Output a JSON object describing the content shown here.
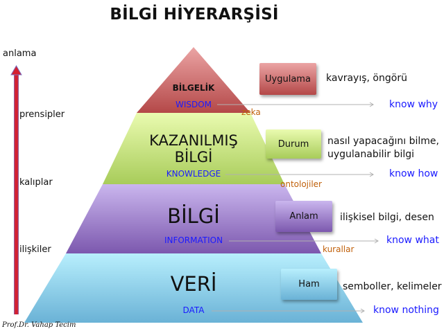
{
  "title": "BİLGİ HİYERARŞİSİ",
  "axis": {
    "top_label": "anlama",
    "labels": [
      "prensipler",
      "kalıplar",
      "ilişkiler"
    ],
    "arrow_color": "#d42030"
  },
  "layers": [
    {
      "title": "BİLGELİK",
      "subtitle": "WISDOM",
      "keyword": "zeka",
      "box": "Uygulama",
      "description": "kavrayış, öngörü",
      "know": "know why",
      "color_top": "#e89a9a",
      "color_bottom": "#b84a4a"
    },
    {
      "title_line1": "KAZANILMIŞ",
      "title_line2": "BİLGİ",
      "subtitle": "KNOWLEDGE",
      "keyword": "ontolojiler",
      "box": "Durum",
      "description_line1": "nasıl yapacağını bilme,",
      "description_line2": "uygulanabilir bilgi",
      "know": "know how",
      "color_top": "#e6f7a8",
      "color_bottom": "#a8cc58"
    },
    {
      "title": "BİLGİ",
      "subtitle": "INFORMATION",
      "keyword": "kurallar",
      "box": "Anlam",
      "description": "ilişkisel bilgi, desen",
      "know": "know what",
      "color_top": "#c8b4ec",
      "color_bottom": "#7e5cb0"
    },
    {
      "title": "VERİ",
      "subtitle": "DATA",
      "box": "Ham",
      "description": "semboller, kelimeler",
      "know": "know nothing",
      "color_top": "#b8eefc",
      "color_bottom": "#6cb4d8"
    }
  ],
  "author": "Prof.Dr. Vahap Tecim"
}
